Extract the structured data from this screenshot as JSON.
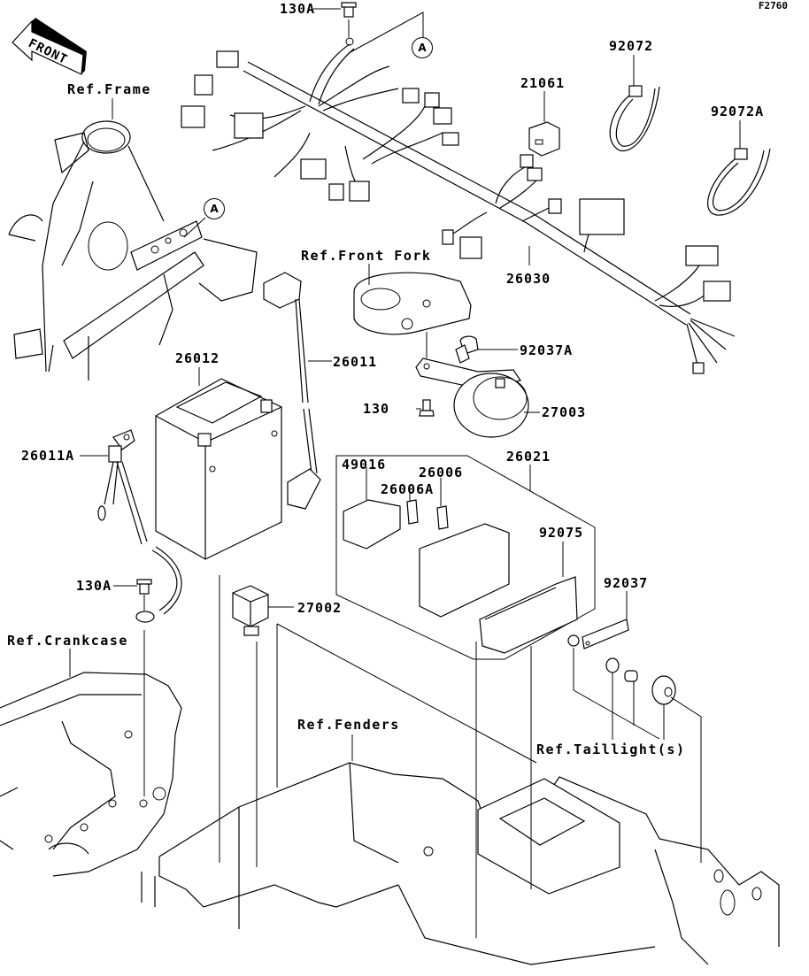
{
  "figure_id": "F2760",
  "direction_arrow": {
    "label": "FRONT",
    "icon": "front-arrow-icon"
  },
  "reference_labels": [
    {
      "id": "ref-frame",
      "text": "Ref.Frame"
    },
    {
      "id": "ref-front-fork",
      "text": "Ref.Front Fork"
    },
    {
      "id": "ref-crankcase",
      "text": "Ref.Crankcase"
    },
    {
      "id": "ref-fenders",
      "text": "Ref.Fenders"
    },
    {
      "id": "ref-taillights",
      "text": "Ref.Taillight(s)"
    }
  ],
  "connection_markers": [
    {
      "id": "marker-a-harness",
      "text": "A"
    },
    {
      "id": "marker-a-frame",
      "text": "A"
    }
  ],
  "part_callouts": [
    {
      "id": "130A-top",
      "text": "130A",
      "part": "bolt"
    },
    {
      "id": "92072",
      "text": "92072",
      "part": "cable tie"
    },
    {
      "id": "21061",
      "text": "21061",
      "part": "connector"
    },
    {
      "id": "92072A",
      "text": "92072A",
      "part": "cable tie"
    },
    {
      "id": "26030",
      "text": "26030",
      "part": "main wiring harness"
    },
    {
      "id": "26012",
      "text": "26012",
      "part": "battery"
    },
    {
      "id": "26011",
      "text": "26011",
      "part": "battery lead (+)"
    },
    {
      "id": "92037A",
      "text": "92037A",
      "part": "clamp"
    },
    {
      "id": "130",
      "text": "130",
      "part": "bolt"
    },
    {
      "id": "27003",
      "text": "27003",
      "part": "horn"
    },
    {
      "id": "26011A",
      "text": "26011A",
      "part": "battery lead (-)"
    },
    {
      "id": "26021",
      "text": "26021",
      "part": "fuse box assembly"
    },
    {
      "id": "49016",
      "text": "49016",
      "part": "fuse box cover"
    },
    {
      "id": "26006A",
      "text": "26006A",
      "part": "fuse"
    },
    {
      "id": "26006",
      "text": "26006",
      "part": "fuse"
    },
    {
      "id": "92075",
      "text": "92075",
      "part": "damper"
    },
    {
      "id": "92037",
      "text": "92037",
      "part": "clamp"
    },
    {
      "id": "130A-lower",
      "text": "130A",
      "part": "bolt"
    },
    {
      "id": "27002",
      "text": "27002",
      "part": "relay"
    }
  ]
}
